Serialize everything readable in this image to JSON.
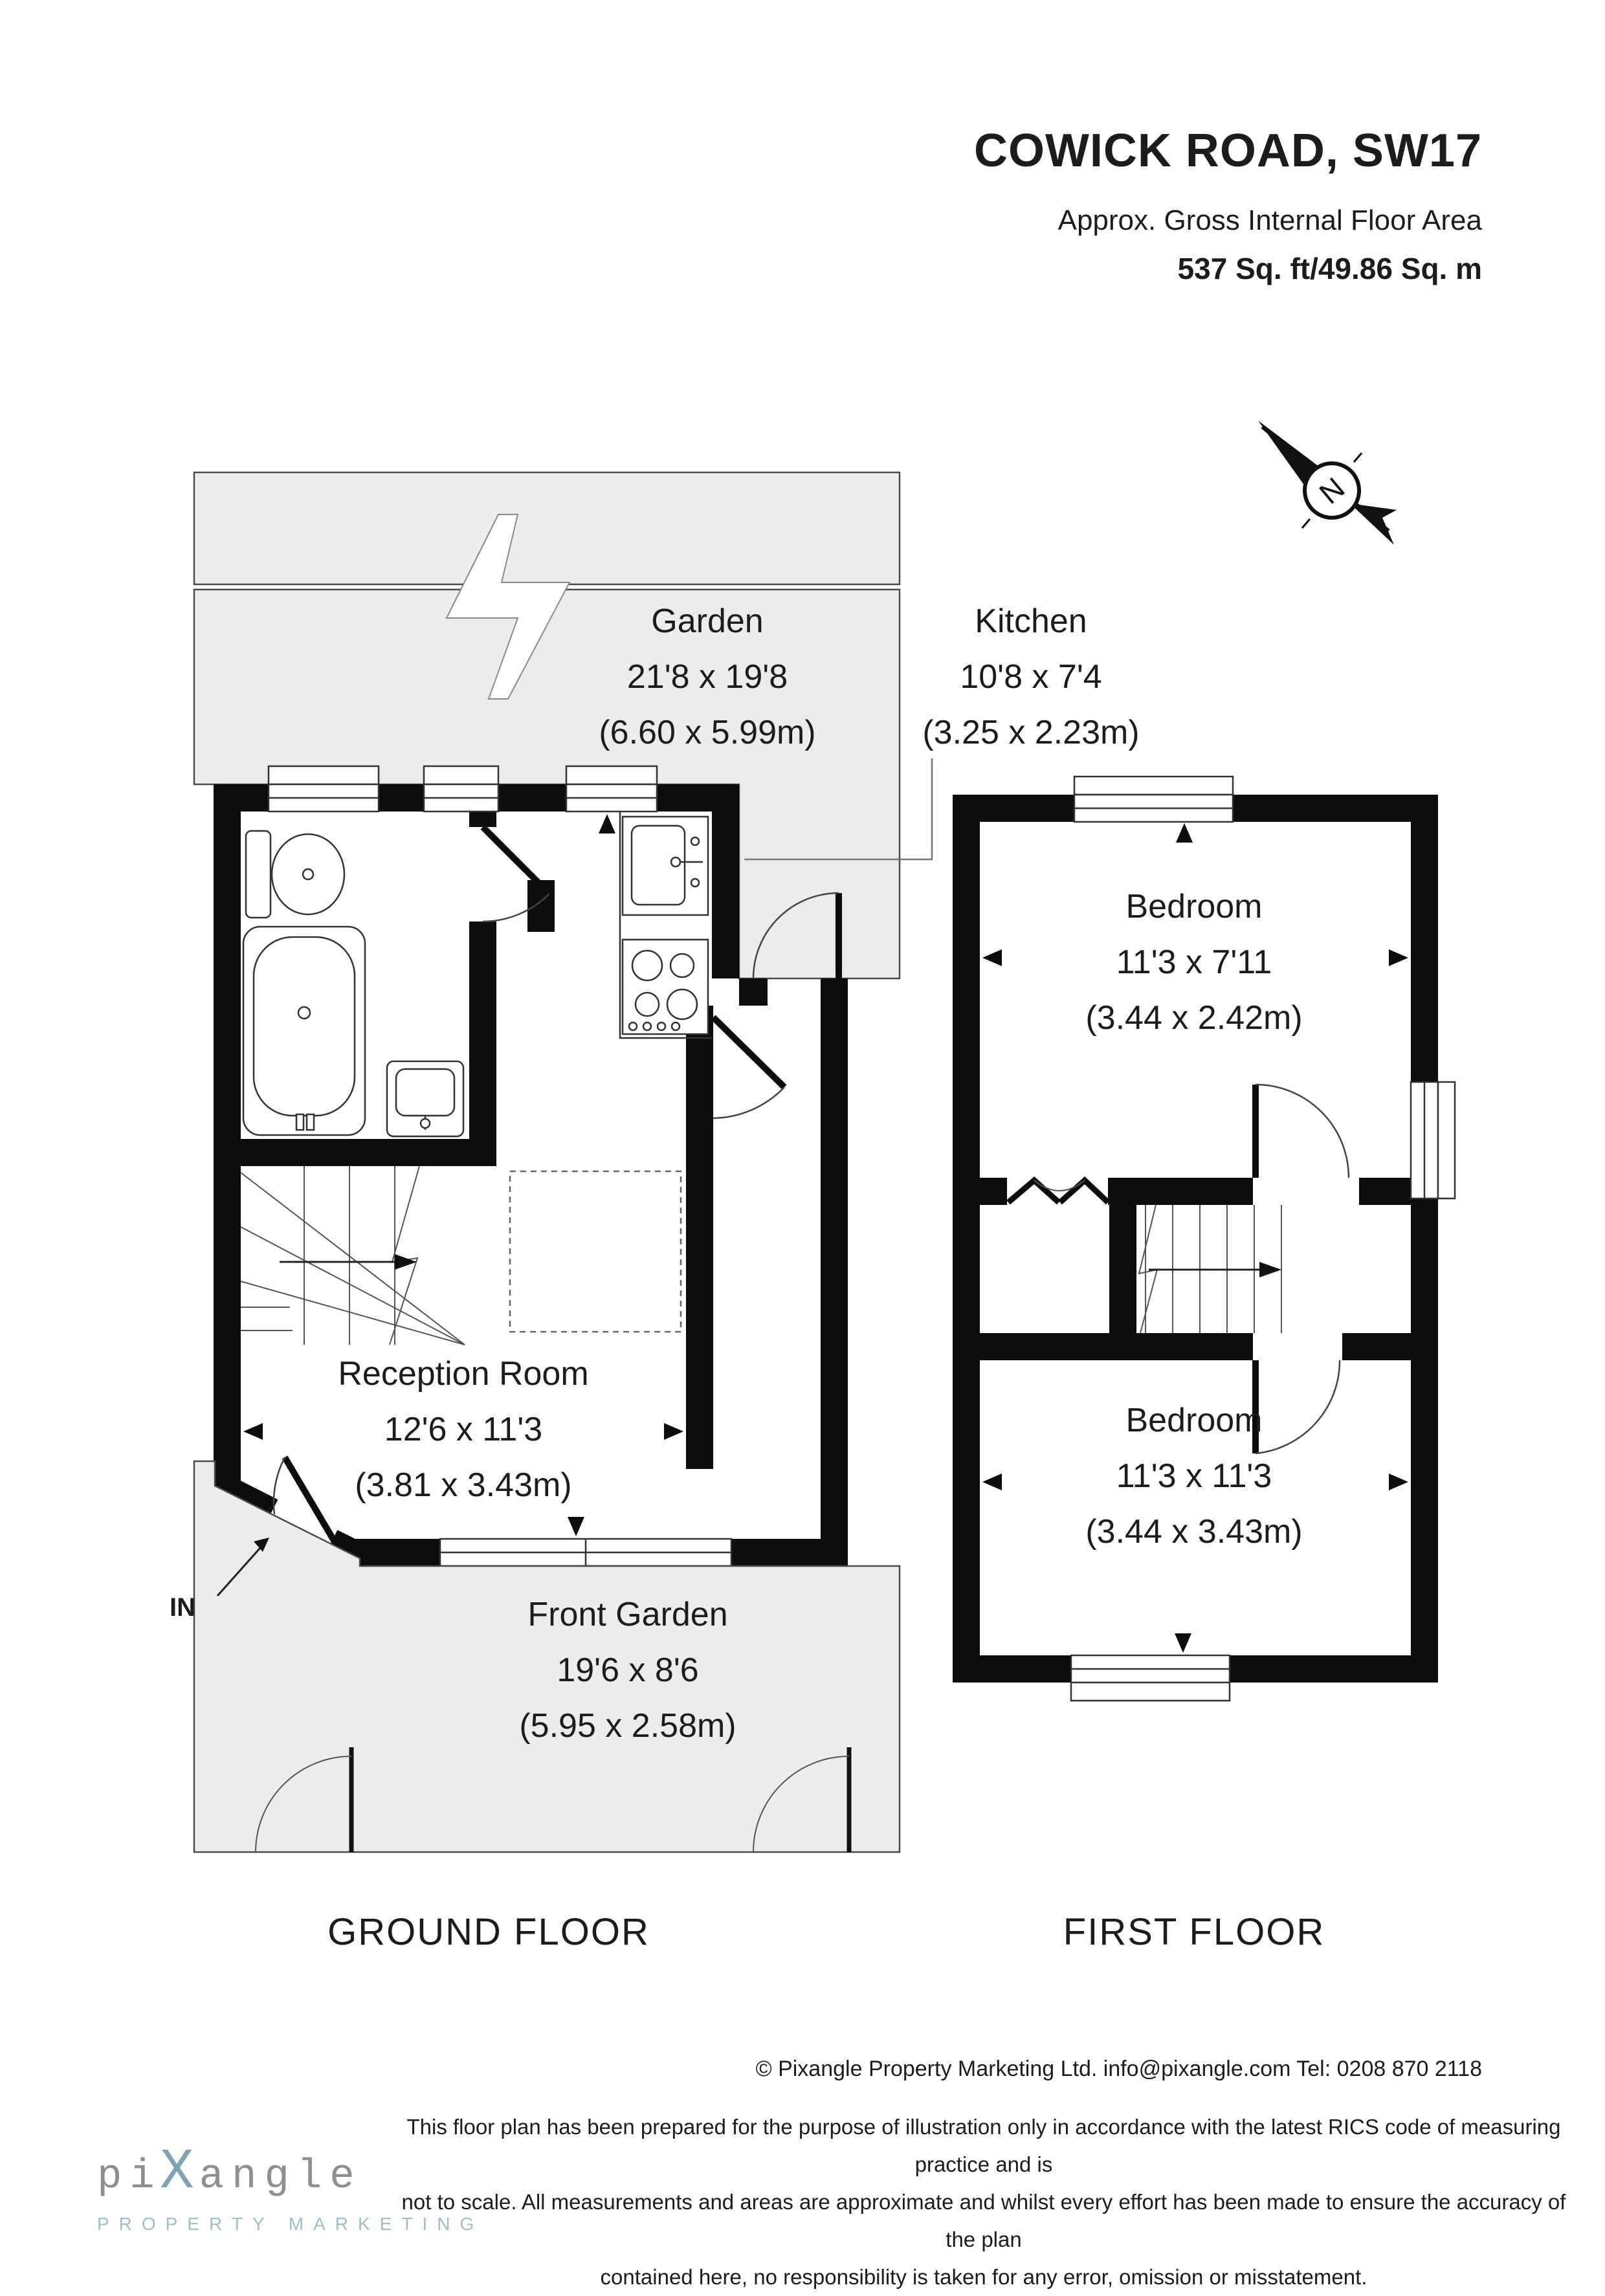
{
  "header": {
    "title": "COWICK ROAD, SW17",
    "subtitle": "Approx. Gross Internal Floor Area",
    "area": "537 Sq. ft/49.86 Sq. m"
  },
  "compass": {
    "north_label": "N"
  },
  "plan": {
    "rooms": [
      {
        "id": "garden",
        "name": "Garden",
        "imperial": "21'8 x 19'8",
        "metric": "(6.60 x 5.99m)"
      },
      {
        "id": "kitchen",
        "name": "Kitchen",
        "imperial": "10'8 x 7'4",
        "metric": "(3.25 x 2.23m)"
      },
      {
        "id": "bedroom-1",
        "name": "Bedroom",
        "imperial": "11'3 x 7'11",
        "metric": "(3.44 x 2.42m)"
      },
      {
        "id": "reception",
        "name": "Reception Room",
        "imperial": "12'6 x 11'3",
        "metric": "(3.81 x 3.43m)"
      },
      {
        "id": "bedroom-2",
        "name": "Bedroom",
        "imperial": "11'3 x 11'3",
        "metric": "(3.44 x 3.43m)"
      },
      {
        "id": "front-garden",
        "name": "Front Garden",
        "imperial": "19'6 x 8'6",
        "metric": "(5.95 x 2.58m)"
      }
    ],
    "entrance_label": "IN",
    "floors": [
      {
        "label": "GROUND FLOOR"
      },
      {
        "label": "FIRST FLOOR"
      }
    ]
  },
  "footer": {
    "copyright": "© Pixangle Property Marketing Ltd. info@pixangle.com Tel: 0208 870 2118",
    "disclaimer_lines": [
      "This floor plan has been prepared for the purpose of illustration only in accordance with the latest RICS code of measuring practice and is",
      "not to scale. All measurements and areas are approximate and whilst every effort has been made to ensure the accuracy of the plan",
      "contained here, no responsibility is taken for any error, omission or misstatement."
    ],
    "logo": {
      "part1": "pi",
      "x": "x",
      "part2": "angle",
      "tagline": "PROPERTY MARKETING"
    }
  },
  "colors": {
    "wall": "#0d0d0d",
    "garden_fill": "#ececec",
    "line": "#3d3d3d",
    "logo_gray": "#8e8e8e",
    "logo_blue": "#7fa3b0",
    "tagline_blue": "#9fbec5"
  }
}
